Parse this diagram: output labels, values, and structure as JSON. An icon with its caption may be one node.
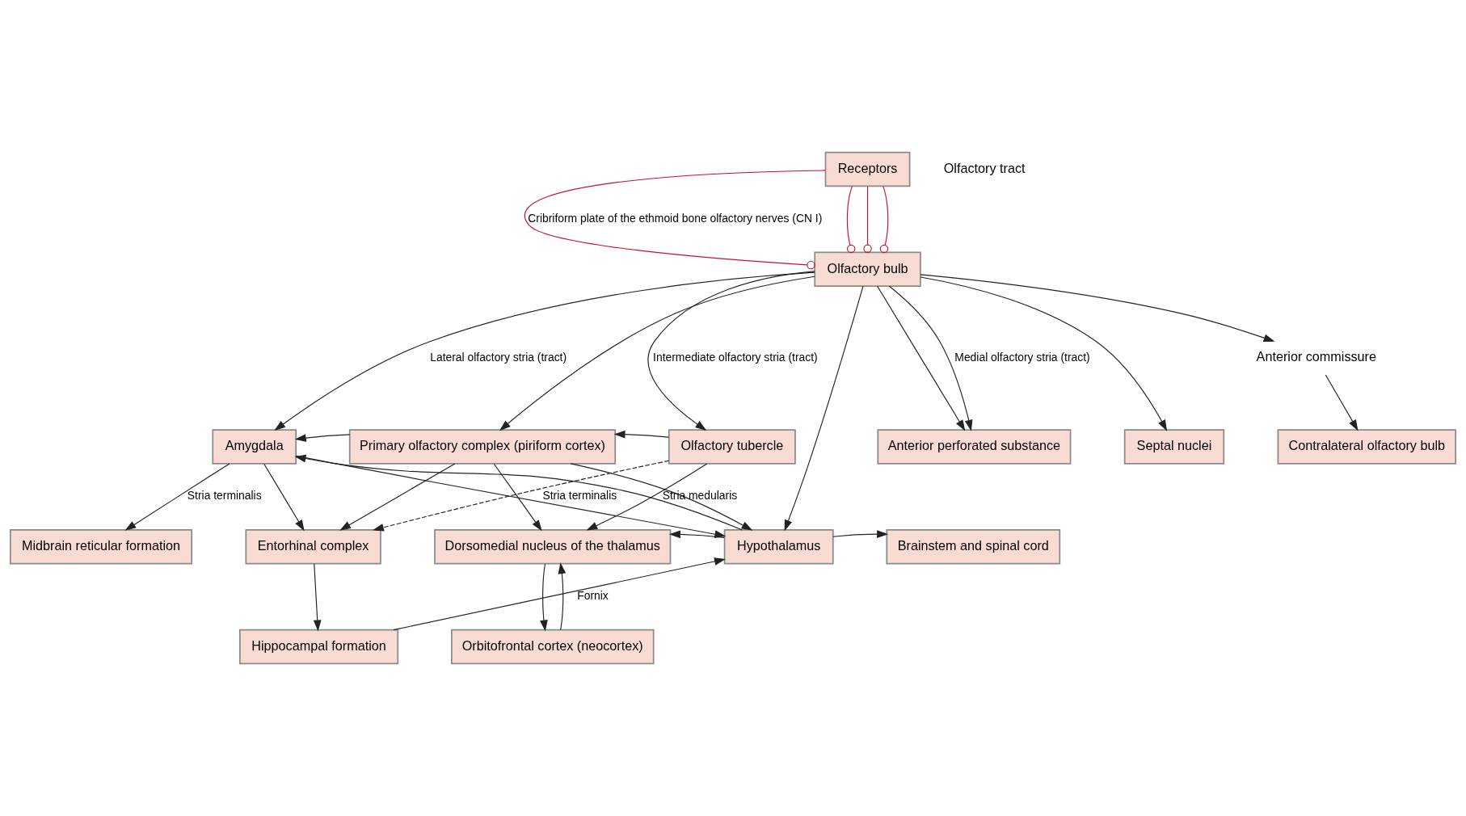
{
  "diagram": {
    "nodes": [
      {
        "text": [
          "Receptors"
        ]
      },
      {
        "text": [
          "Olfactory bulb"
        ]
      },
      {
        "text": [
          "Amygdala"
        ]
      },
      {
        "text": [
          "Primary olfactory complex (piriform cortex)"
        ]
      },
      {
        "text": [
          "Olfactory tubercle"
        ]
      },
      {
        "text": [
          "Anterior perforated substance"
        ]
      },
      {
        "text": [
          "Septal nuclei"
        ]
      },
      {
        "text": [
          "Contralateral olfactory bulb"
        ]
      },
      {
        "text": [
          "Entorhinal complex"
        ]
      },
      {
        "text": [
          "Dorsomedial nucleus of the thalamus"
        ]
      },
      {
        "text": [
          "Hypothalamus"
        ]
      },
      {
        "text": [
          "Brainstem and spinal cord"
        ]
      },
      {
        "text": [
          "Midbrain reticular formation"
        ]
      },
      {
        "text": [
          "Orbitofrontal cortex (neocortex)"
        ]
      },
      {
        "text": [
          "Hippocampal formation"
        ]
      },
      {
        "text": [
          "Anterior commissure"
        ]
      }
    ],
    "edges": [
      {
        "from": 0,
        "to": 1,
        "arrow": "other",
        "color": "#c8102e",
        "label": "Cribriform plate of the ethmoid bone olfactory nerves (CN I)"
      },
      {
        "from": 0,
        "to": 1,
        "arrow": "other",
        "color": "#c8102e"
      },
      {
        "from": 0,
        "to": 1,
        "arrow": "other",
        "color": "#c8102e"
      },
      {
        "from": 0,
        "to": 1,
        "arrow": "other",
        "color": "#c8102e"
      },
      {
        "from": 1,
        "to": 2,
        "arrow": "to",
        "label": "Lateral olfactory stria (tract)"
      },
      {
        "from": 1,
        "to": 3,
        "arrow": "to"
      },
      {
        "from": 1,
        "to": 4,
        "arrow": "to",
        "label": "Intermediate olfactory stria (tract)"
      },
      {
        "from": 1,
        "to": 5,
        "arrow": "to"
      },
      {
        "from": 1,
        "to": 5,
        "arrow": "to",
        "label": "Medial olfactory stria (tract)"
      },
      {
        "from": 1,
        "to": 6,
        "arrow": "to"
      },
      {
        "from": 1,
        "to": 15,
        "arrow": "to"
      },
      {
        "from": 1,
        "to": 10,
        "arrow": "to"
      },
      {
        "from": 15,
        "to": 7,
        "arrow": "to"
      },
      {
        "from": 4,
        "to": 3,
        "arrow": "to"
      },
      {
        "from": 3,
        "to": 2,
        "arrow": "to"
      },
      {
        "from": 4,
        "to": 8,
        "arrow": "to",
        "style": "dashed"
      },
      {
        "from": 2,
        "to": 8,
        "arrow": "to"
      },
      {
        "from": 3,
        "to": 8,
        "arrow": "to"
      },
      {
        "from": 3,
        "to": 9,
        "arrow": "to"
      },
      {
        "from": 3,
        "to": 10,
        "arrow": "to"
      },
      {
        "from": 4,
        "to": 9,
        "arrow": "to",
        "label": "Stria medularis"
      },
      {
        "from": 2,
        "to": 12,
        "arrow": "to",
        "label": "Stria terminalis"
      },
      {
        "from": 10,
        "to": 9,
        "arrow": "to"
      },
      {
        "from": 10,
        "to": 11,
        "arrow": "to"
      },
      {
        "from": 9,
        "to": 13,
        "arrow": "to"
      },
      {
        "from": 13,
        "to": 9,
        "arrow": "to"
      },
      {
        "from": 8,
        "to": 14,
        "arrow": "to"
      },
      {
        "from": 14,
        "to": 10,
        "arrow": "to",
        "label": "Fornix"
      },
      {
        "from": 2,
        "to": 10,
        "arrow": "to",
        "label": "Stria terminalis"
      },
      {
        "from": 10,
        "to": 2,
        "arrow": "to"
      }
    ],
    "labels": [
      "Olfactory tract"
    ]
  }
}
